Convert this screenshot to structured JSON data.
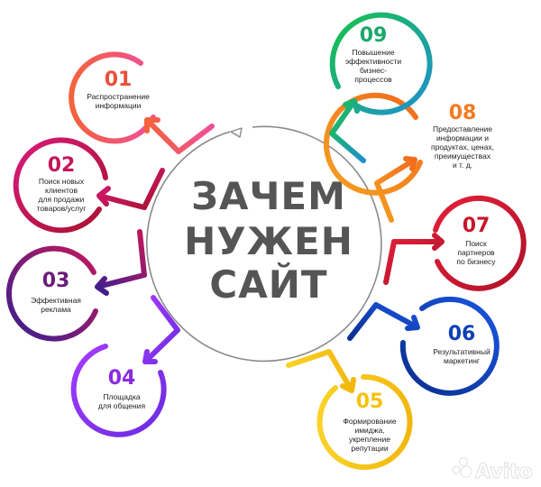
{
  "title": {
    "line1": "ЗАЧЕМ",
    "line2": "НУЖЕН",
    "line3": "САЙТ"
  },
  "items": [
    {
      "number": "01",
      "lines": [
        "Распространение",
        "информации"
      ],
      "color": "#f5623c",
      "color2": "#ee4f9a"
    },
    {
      "number": "02",
      "lines": [
        "Поиск новых",
        "клиентов",
        "для продажи",
        "товаров/услуг"
      ],
      "color": "#c2185b",
      "color2": "#b0123a"
    },
    {
      "number": "03",
      "lines": [
        "Эффективная",
        "реклама"
      ],
      "color": "#6a1b9a",
      "color2": "#c2185b"
    },
    {
      "number": "04",
      "lines": [
        "Площадка",
        "для общения"
      ],
      "color": "#9b30ff",
      "color2": "#7b2ff7"
    },
    {
      "number": "05",
      "lines": [
        "Формирование",
        "имиджа,",
        "укрепление",
        "репутации"
      ],
      "color": "#f6c619",
      "color2": "#f3b90c"
    },
    {
      "number": "06",
      "lines": [
        "Результативный",
        "маркетинг"
      ],
      "color": "#0d3fb8",
      "color2": "#1a4fd6"
    },
    {
      "number": "07",
      "lines": [
        "Поиск",
        "партнеров",
        "по бизнесу"
      ],
      "color": "#c9162b",
      "color2": "#e3203a"
    },
    {
      "number": "08",
      "lines": [
        "Предоставление",
        "информации и",
        "продуктах, ценах,",
        "преимуществах",
        "и т. д."
      ],
      "color": "#f47b20",
      "color2": "#f5a020"
    },
    {
      "number": "09",
      "lines": [
        "Повышение",
        "эффективности",
        "бизнес-",
        "процессов"
      ],
      "color": "#19b85a",
      "color2": "#1f9bc4"
    }
  ],
  "watermark": "Avito"
}
